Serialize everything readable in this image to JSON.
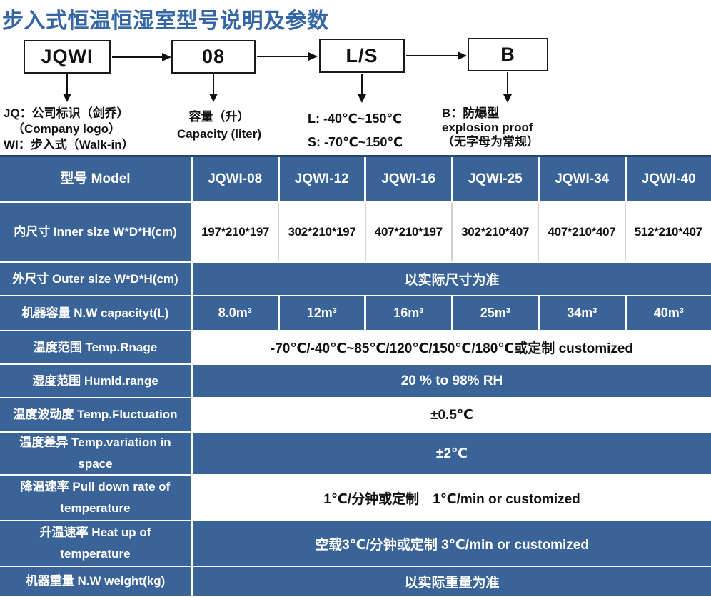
{
  "page": {
    "title": "步入式恒温恒湿室型号说明及参数"
  },
  "diagram": {
    "boxes": [
      {
        "label": "JQWI"
      },
      {
        "label": "08"
      },
      {
        "label": "L/S"
      },
      {
        "label": "B"
      }
    ],
    "notes": [
      {
        "lines": [
          "JQ：公司标识（剑乔）",
          "（Company logo）",
          "WI：步入式（Walk-in）"
        ]
      },
      {
        "lines": [
          "容量（升）",
          "Capacity (liter)"
        ]
      },
      {
        "lines": [
          "L: -40℃~150℃",
          "S: -70℃~150℃"
        ]
      },
      {
        "lines": [
          "B：防爆型",
          "explosion proof",
          "（无字母为常规）"
        ]
      }
    ]
  },
  "table": {
    "header": {
      "label": "型号 Model",
      "models": [
        "JQWI-08",
        "JQWI-12",
        "JQWI-16",
        "JQWI-25",
        "JQWI-34",
        "JQWI-40"
      ]
    },
    "rows": [
      {
        "label": "内尺寸 Inner size W*D*H(cm)",
        "cells": [
          "197*210*197",
          "302*210*197",
          "407*210*197",
          "302*210*407",
          "407*210*407",
          "512*210*407"
        ]
      },
      {
        "label": "外尺寸 Outer size W*D*H(cm)",
        "value": "以实际尺寸为准"
      },
      {
        "label": "机器容量 N.W capacityt(L)",
        "cells": [
          "8.0m³",
          "12m³",
          "16m³",
          "25m³",
          "34m³",
          "40m³"
        ]
      },
      {
        "label": "温度范围 Temp.Rnage",
        "value": "-70℃/-40℃~85℃/120℃/150℃/180℃或定制 customized"
      },
      {
        "label": "湿度范围 Humid.range",
        "value": "20 % to 98% RH"
      },
      {
        "label": "温度波动度 Temp.Fluctuation",
        "value": "±0.5℃"
      },
      {
        "label": "温度差异 Temp.variation in space",
        "value": "±2℃"
      },
      {
        "label": "降温速率 Pull down rate of temperature",
        "value": "1℃/分钟或定制　1℃/min or customized"
      },
      {
        "label": "升温速率 Heat up of temperature",
        "value": "空载3℃/分钟或定制 3℃/min or customized"
      },
      {
        "label": "机器重量 N.W weight(kg)",
        "value": "以实际重量为准"
      }
    ]
  },
  "colors": {
    "table_blue": "#3a6398",
    "title_blue": "#3465a4",
    "table_top_border": "#24466e",
    "text_black": "#111111",
    "separator_white": "#ffffff",
    "separator_gray": "#d2d2d2"
  }
}
